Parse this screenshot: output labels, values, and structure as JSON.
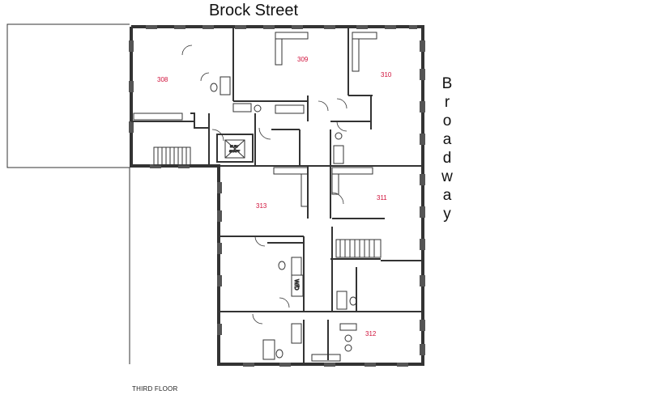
{
  "streets": {
    "north": "Brock Street",
    "east": "Broadway"
  },
  "floor_label": "THIRD FLOOR",
  "units": {
    "u308": "308",
    "u309": "309",
    "u310": "310",
    "u311": "311",
    "u312": "312",
    "u313": "313"
  },
  "fixtures": {
    "wd": "W/D"
  },
  "elevator": {
    "line1": "ELEV",
    "line2": "SHAFT"
  }
}
